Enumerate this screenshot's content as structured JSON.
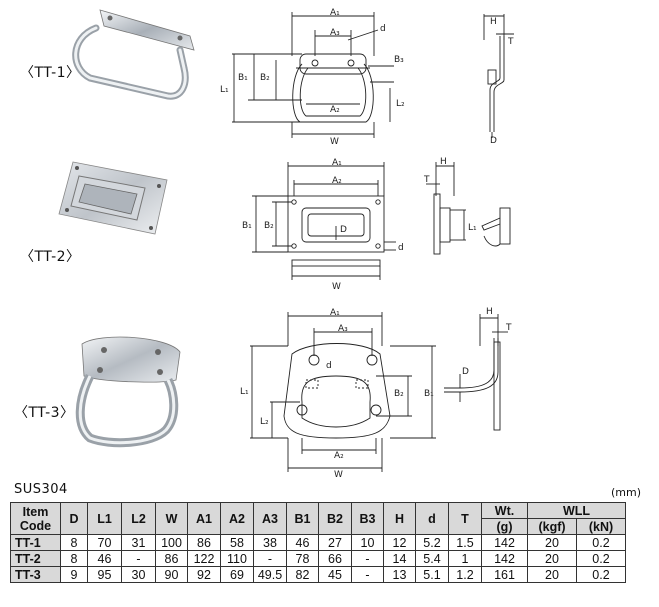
{
  "products": [
    {
      "label": "〈TT-1〉"
    },
    {
      "label": "〈TT-2〉"
    },
    {
      "label": "〈TT-3〉"
    }
  ],
  "dims": {
    "tt1": {
      "A1": "A₁",
      "A3": "A₃",
      "A2": "A₂",
      "d": "d",
      "B3": "B₃",
      "B1": "B₁",
      "B2": "B₂",
      "L1": "L₁",
      "L2": "L₂",
      "W": "W",
      "H": "H",
      "T": "T",
      "D": "D"
    },
    "tt2": {
      "A1": "A₁",
      "A2": "A₂",
      "B1": "B₁",
      "B2": "B₂",
      "D": "D",
      "d": "d",
      "W": "W",
      "H": "H",
      "T": "T",
      "L1": "L₁"
    },
    "tt3": {
      "A1": "A₁",
      "A3": "A₃",
      "d": "d",
      "B1": "B₁",
      "B2": "B₂",
      "L1": "L₁",
      "L2": "L₂",
      "A2": "A₂",
      "W": "W",
      "H": "H",
      "T": "T",
      "D": "D"
    }
  },
  "material": "SUS304",
  "unit": "(mm)",
  "table": {
    "headers": [
      "Item Code",
      "D",
      "L1",
      "L2",
      "W",
      "A1",
      "A2",
      "A3",
      "B1",
      "B2",
      "B3",
      "H",
      "d",
      "T",
      "Wt.",
      "WLL"
    ],
    "wt_unit": "(g)",
    "wll_units": [
      "(kgf)",
      "(kN)"
    ],
    "rows": [
      [
        "TT-1",
        "8",
        "70",
        "31",
        "100",
        "86",
        "58",
        "38",
        "46",
        "27",
        "10",
        "12",
        "5.2",
        "1.5",
        "142",
        "20",
        "0.2"
      ],
      [
        "TT-2",
        "8",
        "46",
        "-",
        "86",
        "122",
        "110",
        "-",
        "78",
        "66",
        "-",
        "14",
        "5.4",
        "1",
        "142",
        "20",
        "0.2"
      ],
      [
        "TT-3",
        "9",
        "95",
        "30",
        "90",
        "92",
        "69",
        "49.5",
        "82",
        "45",
        "-",
        "13",
        "5.1",
        "1.2",
        "161",
        "20",
        "0.2"
      ]
    ]
  }
}
